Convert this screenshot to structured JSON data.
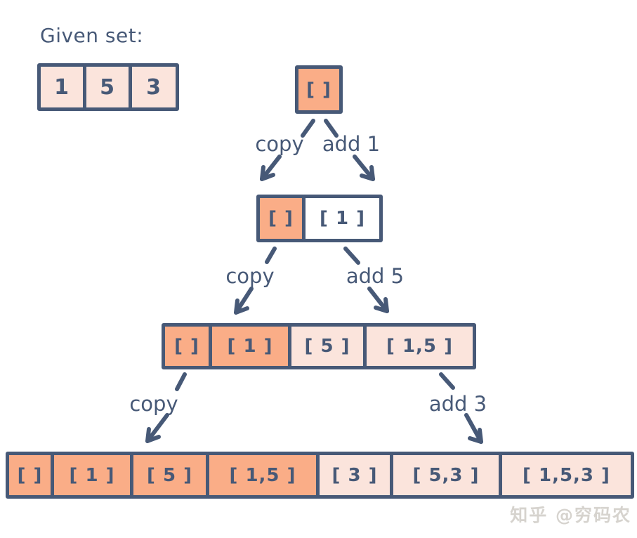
{
  "palette": {
    "navy": "#475977",
    "orange": "#FAAD87",
    "pink": "#FBE4DC",
    "white": "#ffffff",
    "watermark_gray": "#d6d3ce"
  },
  "given_set": {
    "label": "Given set:",
    "cells": [
      "1",
      "5",
      "3"
    ]
  },
  "tree": {
    "root_cell": "[ ]",
    "levels": [
      {
        "left_label": "copy",
        "right_label": "add 1",
        "cells": [
          "[ ]",
          "[ 1 ]"
        ]
      },
      {
        "left_label": "copy",
        "right_label": "add 5",
        "cells": [
          "[ ]",
          "[ 1 ]",
          "[ 5 ]",
          "[ 1,5 ]"
        ]
      },
      {
        "left_label": "copy",
        "right_label": "add 3",
        "cells": [
          "[ ]",
          "[ 1 ]",
          "[ 5 ]",
          "[ 1,5 ]",
          "[ 3 ]",
          "[ 5,3 ]",
          "[ 1,5,3 ]"
        ]
      }
    ]
  },
  "watermark": "知乎 @穷码农"
}
